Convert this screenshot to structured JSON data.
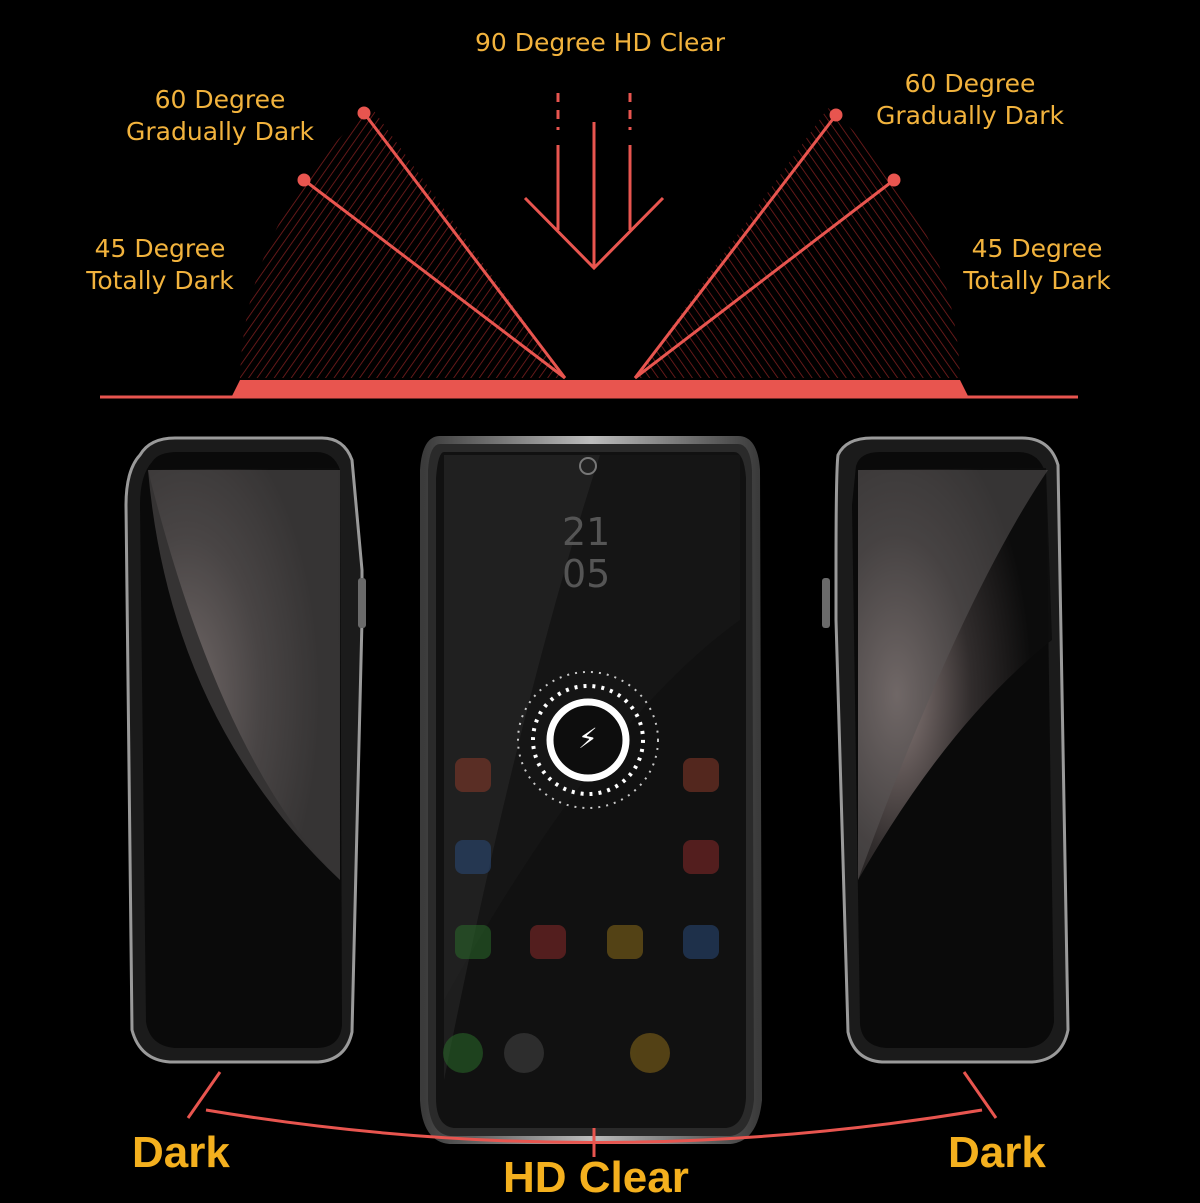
{
  "angle_labels": {
    "top_center": "90 Degree HD Clear",
    "left_60": [
      "60 Degree",
      "Gradually Dark"
    ],
    "right_60": [
      "60 Degree",
      "Gradually Dark"
    ],
    "left_45": [
      "45 Degree",
      "Totally Dark"
    ],
    "right_45": [
      "45 Degree",
      "Totally Dark"
    ]
  },
  "bottom_labels": {
    "left": "Dark",
    "center": "HD Clear",
    "right": "Dark"
  },
  "center_phone": {
    "clock_hour": "21",
    "clock_minute": "05",
    "charging_icon": "lightning-bolt-icon"
  },
  "colors": {
    "accent_label": "#f2b33d",
    "red_line": "#e8554f",
    "background": "#000000"
  }
}
